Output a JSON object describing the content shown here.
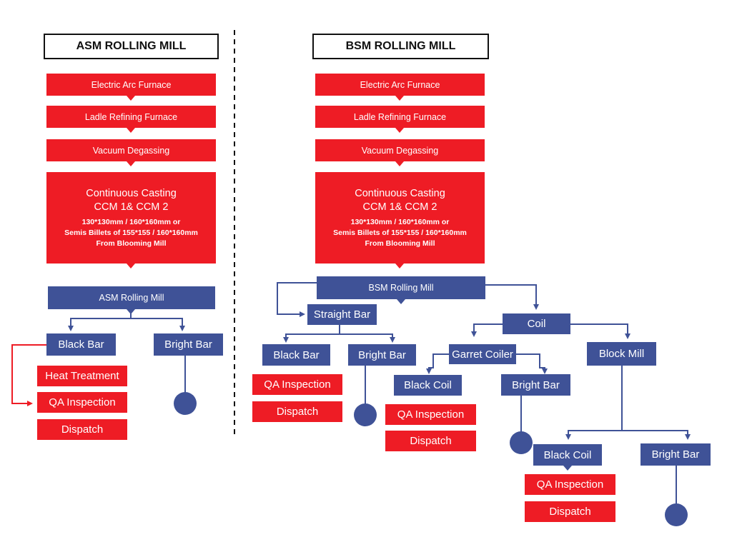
{
  "left": {
    "title": "ASM ROLLING MILL",
    "steps": [
      "Electric Arc Furnace",
      "Ladle Refining Furnace",
      "Vacuum Degassing"
    ],
    "casting": {
      "line1": "Continuous Casting",
      "line2": "CCM 1& CCM 2",
      "line3": "130*130mm / 160*160mm or",
      "line4": "Semis Billets of 155*155 / 160*160mm",
      "line5": "From Blooming Mill"
    },
    "mill": "ASM Rolling Mill",
    "black_bar": "Black Bar",
    "bright_bar": "Bright Bar",
    "heat_treatment": "Heat Treatment",
    "qa": "QA Inspection",
    "dispatch": "Dispatch"
  },
  "right": {
    "title": "BSM ROLLING MILL",
    "steps": [
      "Electric Arc Furnace",
      "Ladle Refining Furnace",
      "Vacuum Degassing"
    ],
    "casting": {
      "line1": "Continuous Casting",
      "line2": "CCM 1& CCM 2",
      "line3": "130*130mm / 160*160mm or",
      "line4": "Semis Billets of 155*155 / 160*160mm",
      "line5": "From Blooming Mill"
    },
    "mill": "BSM Rolling Mill",
    "straight_bar": "Straight Bar",
    "coil": "Coil",
    "sb_black_bar": "Black Bar",
    "sb_bright_bar": "Bright Bar",
    "sb_qa": "QA Inspection",
    "sb_dispatch": "Dispatch",
    "garret_coiler": "Garret Coiler",
    "gc_black_coil": "Black Coil",
    "gc_bright_bar": "Bright Bar",
    "gc_qa": "QA Inspection",
    "gc_dispatch": "Dispatch",
    "block_mill": "Block Mill",
    "bm_black_coil": "Black Coil",
    "bm_bright_bar": "Bright Bar",
    "bm_qa": "QA Inspection",
    "bm_dispatch": "Dispatch"
  },
  "colors": {
    "red": "#ee1c25",
    "blue": "#3f5297",
    "outline": "#111111"
  }
}
